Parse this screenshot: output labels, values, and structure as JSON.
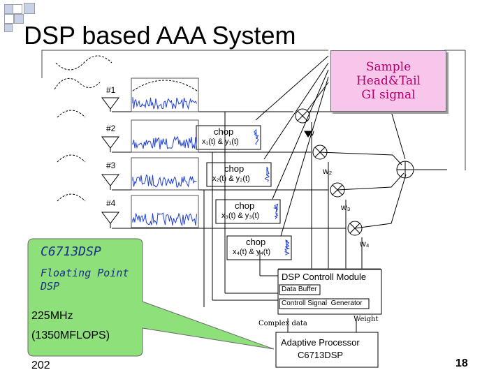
{
  "title": "DSP based AAA System",
  "annotation": {
    "lines": [
      "Sample",
      "Head&Tail",
      "GI signal"
    ]
  },
  "antennas": [
    "#1",
    "#2",
    "#3",
    "#4"
  ],
  "chop_blocks": [
    {
      "label": "chop",
      "signals": "x₁(t) & y₁(t)"
    },
    {
      "label": "chop",
      "signals": "x₂(t) & y₂(t)"
    },
    {
      "label": "chop",
      "signals": "x₃(t) & y₃(t)"
    },
    {
      "label": "chop",
      "signals": "x₄(t) & y₄(t)"
    }
  ],
  "weights": [
    "w",
    "w₂",
    "w₃",
    "w₄"
  ],
  "dsp_module": {
    "title": "DSP Controll Module",
    "items": [
      "Data Buffer",
      "Controll Signal  Generator"
    ]
  },
  "bus_labels": {
    "complex_data": "Complex data",
    "weight": "Weight"
  },
  "adaptive": {
    "title": "Adaptive Processor",
    "subtitle": "C6713DSP"
  },
  "callout": {
    "heading": "C6713DSP",
    "sub": [
      "Floating Point",
      "DSP"
    ],
    "specs": [
      "225MHz",
      "(1350MFLOPS)"
    ],
    "footnote": "202"
  },
  "page_number": "18",
  "colors": {
    "annotation_fill": "#f7c6ea",
    "annotation_text": "#b0006a",
    "callout_fill": "#8ee07a",
    "callout_text": "#1a2f8c",
    "signal": "#1f3fd6"
  }
}
